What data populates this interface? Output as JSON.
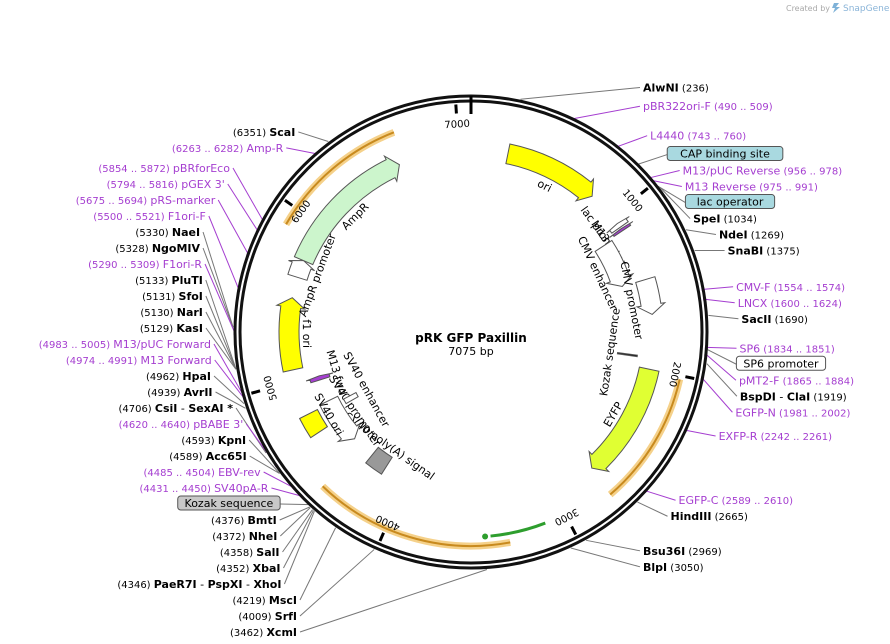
{
  "header": {
    "created_by": "Created by",
    "brand": "SnapGene"
  },
  "plasmid": {
    "name": "pRK GFP Paxillin",
    "length": "7075 bp",
    "total_bp": 7075
  },
  "ticks": [
    1000,
    2000,
    3000,
    4000,
    5000,
    6000,
    7000
  ],
  "features": [
    {
      "name": "ori",
      "start": 230,
      "end": 820,
      "dir": 1,
      "ring": "outer",
      "color": "#ffff00",
      "label": "ori"
    },
    {
      "name": "lac-promoter",
      "start": 1050,
      "end": 1080,
      "dir": -1,
      "ring": "outer",
      "color": "#ffffff",
      "label": "lac promoter"
    },
    {
      "name": "m13-rev",
      "start": 1090,
      "end": 1105,
      "dir": -1,
      "ring": "outer",
      "color": "#a53ed0",
      "label": "M13 rev"
    },
    {
      "name": "cmv-enhancer",
      "start": 1120,
      "end": 1440,
      "dir": 1,
      "ring": "inner",
      "color": "#ffffff",
      "label": "CMV enhancer"
    },
    {
      "name": "cmv-promoter",
      "start": 1440,
      "end": 1660,
      "dir": 1,
      "ring": "outer",
      "color": "#ffffff",
      "label": "CMV promoter"
    },
    {
      "name": "kozak-sequence-a",
      "start": 1925,
      "end": 1935,
      "dir": 0,
      "ring": "inner",
      "color": "#000000",
      "label": "Kozak sequence"
    },
    {
      "name": "eyfp",
      "start": 2000,
      "end": 2720,
      "dir": 1,
      "ring": "outer",
      "color": "#e0ff33",
      "label": "EYFP"
    },
    {
      "name": "sv40-polya-signal",
      "start": 4170,
      "end": 4300,
      "dir": 0,
      "ring": "inner",
      "color": "#999999",
      "label": "SV40 poly(A) signal"
    },
    {
      "name": "sv40-promoter",
      "start": 4470,
      "end": 4800,
      "dir": -1,
      "ring": "inner",
      "color": "#ffffff",
      "label": "SV40 promoter"
    },
    {
      "name": "sv40-ori",
      "start": 4650,
      "end": 4780,
      "dir": 0,
      "ring": "outer",
      "color": "#ffff00",
      "label": "SV40 ori"
    },
    {
      "name": "sv40-enhancer",
      "start": 4720,
      "end": 4760,
      "dir": 0,
      "ring": "outer2",
      "color": "#ffffff",
      "label": "SV40 enhancer"
    },
    {
      "name": "m13-fwd",
      "start": 4960,
      "end": 4990,
      "dir": 1,
      "ring": "inner",
      "color": "#a53ed0",
      "label": "M13 fwd"
    },
    {
      "name": "f1-ori",
      "start": 5070,
      "end": 5520,
      "dir": 1,
      "ring": "outer",
      "color": "#ffff00",
      "label": "f1 ori"
    },
    {
      "name": "ampr-promoter",
      "start": 5650,
      "end": 5760,
      "dir": 1,
      "ring": "outer",
      "color": "#ffffff",
      "label": "AmpR promoter"
    },
    {
      "name": "ampr",
      "start": 5760,
      "end": 6620,
      "dir": 1,
      "ring": "outer",
      "color": "#ccf5cc",
      "label": "AmpR"
    }
  ],
  "orfs": [
    {
      "name": "orf-top",
      "start": 5900,
      "end": 6660
    },
    {
      "name": "orf-right",
      "start": 2020,
      "end": 2740
    },
    {
      "name": "orf-bottom",
      "start": 3330,
      "end": 4400
    }
  ],
  "green_arrow": {
    "start": 3120,
    "end": 3430
  },
  "left_labels": [
    {
      "id": "scai",
      "pos": 6351,
      "type": "site",
      "coord": "(6351)",
      "name": "ScaI"
    },
    {
      "id": "ampr-primer",
      "pos": 6270,
      "type": "primer",
      "coord": "(6263 .. 6282)",
      "name": "Amp-R"
    },
    {
      "id": "pbrforeco",
      "pos": 5860,
      "type": "primer",
      "coord": "(5854 .. 5872)",
      "name": "pBRforEco"
    },
    {
      "id": "pgex3",
      "pos": 5805,
      "type": "primer",
      "coord": "(5794 .. 5816)",
      "name": "pGEX 3'"
    },
    {
      "id": "prs-marker",
      "pos": 5685,
      "type": "primer",
      "coord": "(5675 .. 5694)",
      "name": "pRS-marker"
    },
    {
      "id": "f1ori-f",
      "pos": 5510,
      "type": "primer",
      "coord": "(5500 .. 5521)",
      "name": "F1ori-F"
    },
    {
      "id": "naei",
      "pos": 5330,
      "type": "site",
      "coord": "(5330)",
      "name": "NaeI"
    },
    {
      "id": "ngomiv",
      "pos": 5328,
      "type": "site",
      "coord": "(5328)",
      "name": "NgoMIV"
    },
    {
      "id": "f1ori-r",
      "pos": 5300,
      "type": "primer",
      "coord": "(5290 .. 5309)",
      "name": "F1ori-R"
    },
    {
      "id": "plutI",
      "pos": 5133,
      "type": "site",
      "coord": "(5133)",
      "name": "PluTI"
    },
    {
      "id": "sfoi",
      "pos": 5131,
      "type": "site",
      "coord": "(5131)",
      "name": "SfoI"
    },
    {
      "id": "nari",
      "pos": 5130,
      "type": "site",
      "coord": "(5130)",
      "name": "NarI"
    },
    {
      "id": "kasi",
      "pos": 5129,
      "type": "site",
      "coord": "(5129)",
      "name": "KasI"
    },
    {
      "id": "m13puc-fwd",
      "pos": 4995,
      "type": "primer",
      "coord": "(4983 .. 5005)",
      "name": "M13/pUC Forward"
    },
    {
      "id": "m13-forward",
      "pos": 4982,
      "type": "primer",
      "coord": "(4974 .. 4991)",
      "name": "M13 Forward"
    },
    {
      "id": "hpai",
      "pos": 4962,
      "type": "site",
      "coord": "(4962)",
      "name": "HpaI"
    },
    {
      "id": "avrii",
      "pos": 4939,
      "type": "site",
      "coord": "(4939)",
      "name": "AvrII"
    },
    {
      "id": "csii-sexai",
      "pos": 4706,
      "type": "site",
      "coord": "(4706)",
      "name": "CsiI",
      "extra": "SexAI *"
    },
    {
      "id": "pbabe3",
      "pos": 4630,
      "type": "primer",
      "coord": "(4620 .. 4640)",
      "name": "pBABE 3'"
    },
    {
      "id": "kpni",
      "pos": 4593,
      "type": "site",
      "coord": "(4593)",
      "name": "KpnI"
    },
    {
      "id": "acc65i",
      "pos": 4589,
      "type": "site",
      "coord": "(4589)",
      "name": "Acc65I"
    },
    {
      "id": "ebv-rev",
      "pos": 4495,
      "type": "primer",
      "coord": "(4485 .. 4504)",
      "name": "EBV-rev"
    },
    {
      "id": "sv40pa-r",
      "pos": 4440,
      "type": "primer",
      "coord": "(4431 .. 4450)",
      "name": "SV40pA-R"
    },
    {
      "id": "kozak-box",
      "pos": 4382,
      "type": "box",
      "name": "Kozak sequence"
    },
    {
      "id": "bmti",
      "pos": 4376,
      "type": "site",
      "coord": "(4376)",
      "name": "BmtI"
    },
    {
      "id": "nhei",
      "pos": 4372,
      "type": "site",
      "coord": "(4372)",
      "name": "NheI"
    },
    {
      "id": "sali",
      "pos": 4358,
      "type": "site",
      "coord": "(4358)",
      "name": "SalI"
    },
    {
      "id": "xbai",
      "pos": 4352,
      "type": "site",
      "coord": "(4352)",
      "name": "XbaI"
    },
    {
      "id": "paer7i",
      "pos": 4346,
      "type": "site",
      "coord": "(4346)",
      "name": "PaeR7I",
      "extra": "PspXI",
      "extra2": "XhoI"
    },
    {
      "id": "msci",
      "pos": 4219,
      "type": "site",
      "coord": "(4219)",
      "name": "MscI"
    },
    {
      "id": "srfi",
      "pos": 4009,
      "type": "site",
      "coord": "(4009)",
      "name": "SrfI"
    },
    {
      "id": "xcmi",
      "pos": 3462,
      "type": "site",
      "coord": "(3462)",
      "name": "XcmI"
    }
  ],
  "right_labels": [
    {
      "id": "alwni",
      "pos": 236,
      "type": "site",
      "coord": "(236)",
      "name": "AlwNI"
    },
    {
      "id": "pbr322ori-f",
      "pos": 500,
      "type": "primer",
      "coord": "(490 .. 509)",
      "name": "pBR322ori-F"
    },
    {
      "id": "l4440",
      "pos": 752,
      "type": "primer",
      "coord": "(743 .. 760)",
      "name": "L4440"
    },
    {
      "id": "cap-site",
      "pos": 880,
      "type": "box",
      "name": "CAP binding site"
    },
    {
      "id": "m13puc-rev",
      "pos": 967,
      "type": "primer",
      "coord": "(956 .. 978)",
      "name": "M13/pUC Reverse"
    },
    {
      "id": "lac-operator",
      "pos": 1010,
      "type": "box",
      "name": "lac operator"
    },
    {
      "id": "m13-reverse",
      "pos": 983,
      "type": "primer",
      "coord": "(975 .. 991)",
      "name": "M13 Reverse"
    },
    {
      "id": "spei",
      "pos": 1034,
      "type": "site",
      "coord": "(1034)",
      "name": "SpeI"
    },
    {
      "id": "ndei",
      "pos": 1269,
      "type": "site",
      "coord": "(1269)",
      "name": "NdeI"
    },
    {
      "id": "snabi",
      "pos": 1375,
      "type": "site",
      "coord": "(1375)",
      "name": "SnaBI"
    },
    {
      "id": "cmv-f",
      "pos": 1564,
      "type": "primer",
      "coord": "(1554 .. 1574)",
      "name": "CMV-F"
    },
    {
      "id": "lncx",
      "pos": 1612,
      "type": "primer",
      "coord": "(1600 .. 1624)",
      "name": "LNCX"
    },
    {
      "id": "sacii",
      "pos": 1690,
      "type": "site",
      "coord": "(1690)",
      "name": "SacII"
    },
    {
      "id": "sp6",
      "pos": 1842,
      "type": "primer",
      "coord": "(1834 .. 1851)",
      "name": "SP6"
    },
    {
      "id": "sp6-promoter",
      "pos": 1850,
      "type": "box-white",
      "name": "SP6 promoter"
    },
    {
      "id": "pmt2-f",
      "pos": 1875,
      "type": "primer",
      "coord": "(1865 .. 1884)",
      "name": "pMT2-F"
    },
    {
      "id": "bspdi",
      "pos": 1919,
      "type": "site",
      "coord": "(1919)",
      "name": "BspDI",
      "extra": "ClaI"
    },
    {
      "id": "egfp-n",
      "pos": 1991,
      "type": "primer",
      "coord": "(1981 .. 2002)",
      "name": "EGFP-N"
    },
    {
      "id": "exfp-r",
      "pos": 2252,
      "type": "primer",
      "coord": "(2242 .. 2261)",
      "name": "EXFP-R"
    },
    {
      "id": "egfp-c",
      "pos": 2600,
      "type": "primer",
      "coord": "(2589 .. 2610)",
      "name": "EGFP-C"
    },
    {
      "id": "hindiii",
      "pos": 2665,
      "type": "site",
      "coord": "(2665)",
      "name": "HindIII"
    },
    {
      "id": "bsu36i",
      "pos": 2969,
      "type": "site",
      "coord": "(2969)",
      "name": "Bsu36I"
    },
    {
      "id": "blpi",
      "pos": 3050,
      "type": "site",
      "coord": "(3050)",
      "name": "BlpI"
    }
  ]
}
